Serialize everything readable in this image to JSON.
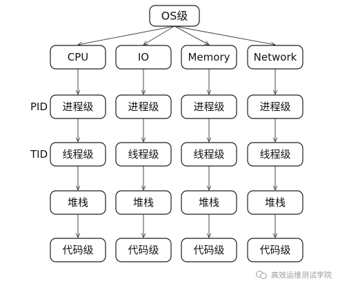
{
  "root": {
    "label": "OS级"
  },
  "columns": [
    {
      "name": "CPU"
    },
    {
      "name": "IO"
    },
    {
      "name": "Memory"
    },
    {
      "name": "Network"
    }
  ],
  "row_labels": {
    "pid": "PID",
    "tid": "TID"
  },
  "levels": [
    "进程级",
    "线程级",
    "堆栈",
    "代码级"
  ],
  "watermark": {
    "text": "高效运维测试学院"
  }
}
